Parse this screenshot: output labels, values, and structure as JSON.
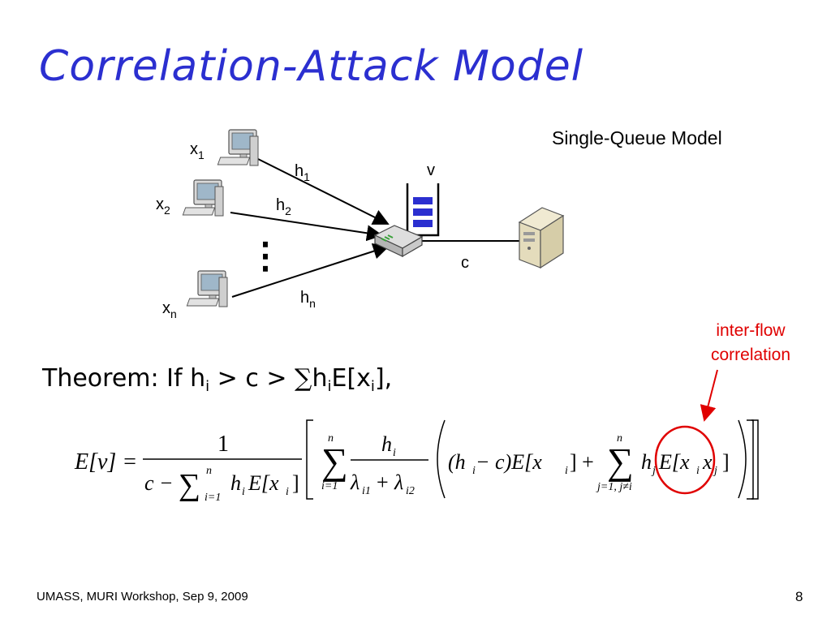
{
  "slide": {
    "title": "Correlation-Attack Model",
    "model_label": "Single-Queue Model",
    "footer": "UMASS, MURI Workshop, Sep 9, 2009",
    "page_number": "8"
  },
  "diagram": {
    "sources": [
      {
        "label": "x",
        "sub": "1"
      },
      {
        "label": "x",
        "sub": "2"
      },
      {
        "label": "x",
        "sub": "n"
      }
    ],
    "links": [
      {
        "label": "h",
        "sub": "1"
      },
      {
        "label": "h",
        "sub": "2"
      },
      {
        "label": "h",
        "sub": "n"
      }
    ],
    "queue_label": "v",
    "capacity_label": "c",
    "ellipsis": "⋮",
    "icons": [
      "computer-icon",
      "router-icon",
      "server-icon",
      "queue-icon"
    ]
  },
  "annotation": {
    "line1": "inter-flow",
    "line2": "correlation",
    "color": "#e00000"
  },
  "theorem": {
    "prefix": "Theorem: If h",
    "i1": "i",
    "gt1": " > c > ",
    "sum": "∑",
    "h": "h",
    "i2": "i",
    "ex": "E[x",
    "i3": "i",
    "tail": "],"
  },
  "formula": {
    "lhs": "E[v] =",
    "one": "1",
    "den_c": "c −",
    "den_sum": "∑",
    "den_n": "n",
    "den_lim": "i=1",
    "den_term": "h",
    "den_sub": "i",
    "den_exp": "E[x",
    "den_exp_sub": "i",
    "den_close": "]",
    "sum1": "∑",
    "sum1_top": "n",
    "sum1_bot": "i=1",
    "frac_num": "h",
    "frac_num_sub": "i",
    "lam": "λ",
    "lam1_sub": "i1",
    "plus": "+",
    "lam2_sub": "i2",
    "term1_open": "(h",
    "term1_sub": "i",
    "term1_mid": " − c)E[x",
    "term1_xsub": "i",
    "term1_close": "] +",
    "sum2": "∑",
    "sum2_top": "n",
    "sum2_bot": "j=1, j≠i",
    "hj": "h",
    "hj_sub": "j",
    "exx": "E[x",
    "xi_sub": "i",
    "xj": "x",
    "xj_sub": "j",
    "close": "]"
  }
}
